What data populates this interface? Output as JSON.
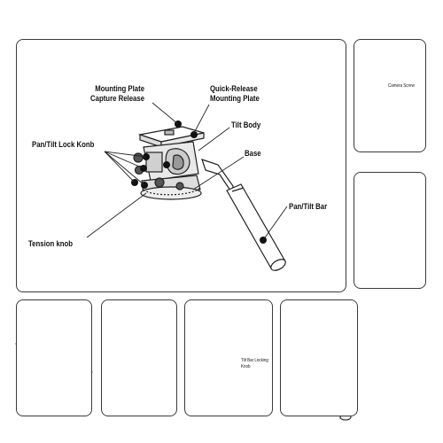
{
  "main_diagram": {
    "labels": {
      "mounting_plate_capture_release": "Mounting Plate\nCapture Release",
      "quick_release_mounting_plate": "Quick-Release\nMounting Plate",
      "tilt_body": "Tilt Body",
      "pan_tilt_lock_knob": "Pan/Tilt Lock Konb",
      "base": "Base",
      "pan_tilt_bar": "Pan/Tilt Bar",
      "tension_knob": "Tension knob"
    }
  },
  "detail_camera_screw": {
    "label": "Camera Screw"
  },
  "detail_bar_locking": {
    "label": "Tilt Bar Locking\nKnob"
  }
}
